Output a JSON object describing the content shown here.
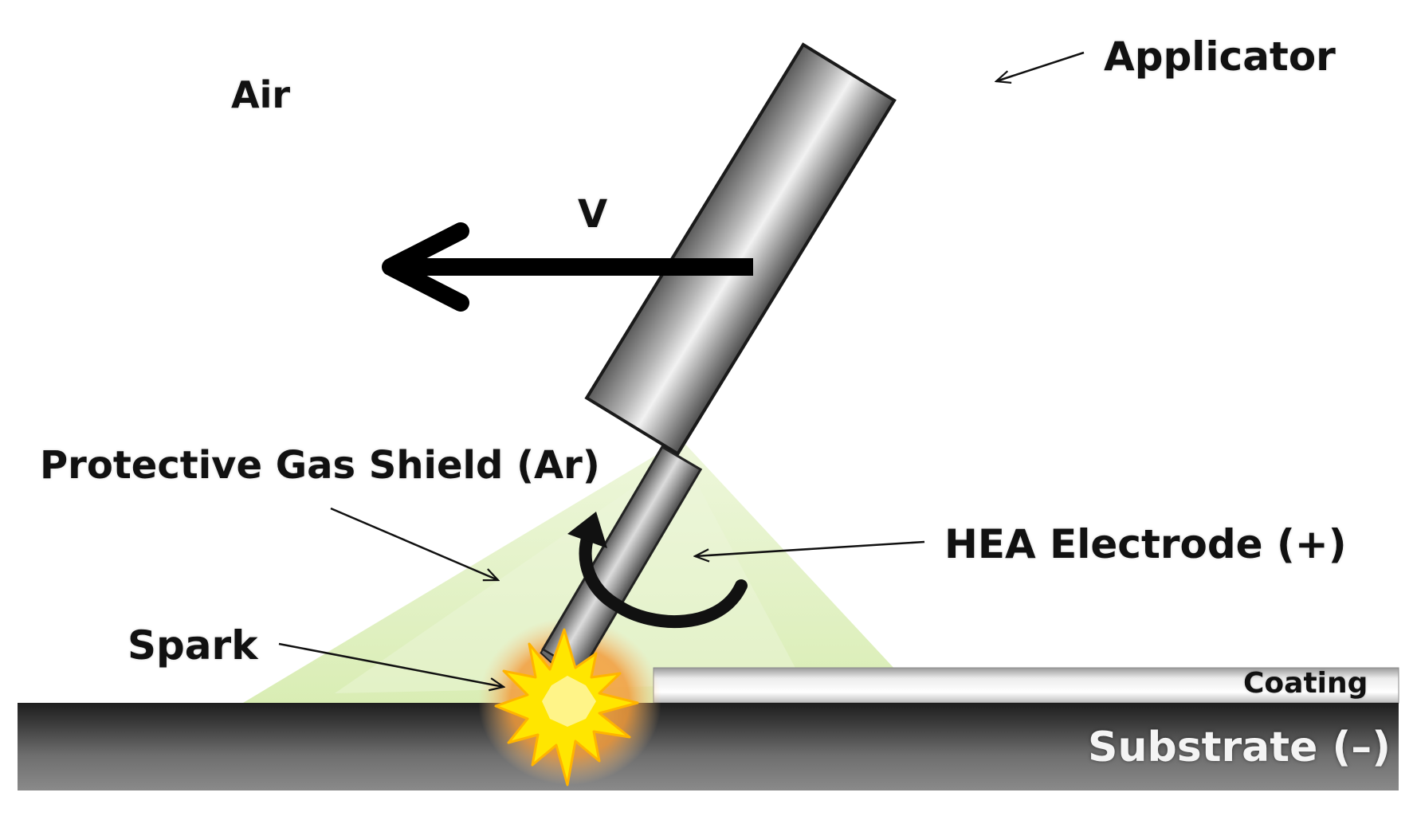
{
  "labels": {
    "air": "Air",
    "velocity": "V",
    "applicator": "Applicator",
    "gas_shield": "Protective Gas Shield (Ar)",
    "electrode": "HEA Electrode (+)",
    "spark": "Spark",
    "coating": "Coating",
    "substrate": "Substrate (–)"
  },
  "colors": {
    "gas_shield": "#dcefb8",
    "substrate": "#6a6a6a",
    "coating": "#e6e6e6",
    "spark": "#ffe600",
    "spark_glow": "#f5a442",
    "applicator": "#9a9a9a",
    "arrow": "#000000"
  }
}
